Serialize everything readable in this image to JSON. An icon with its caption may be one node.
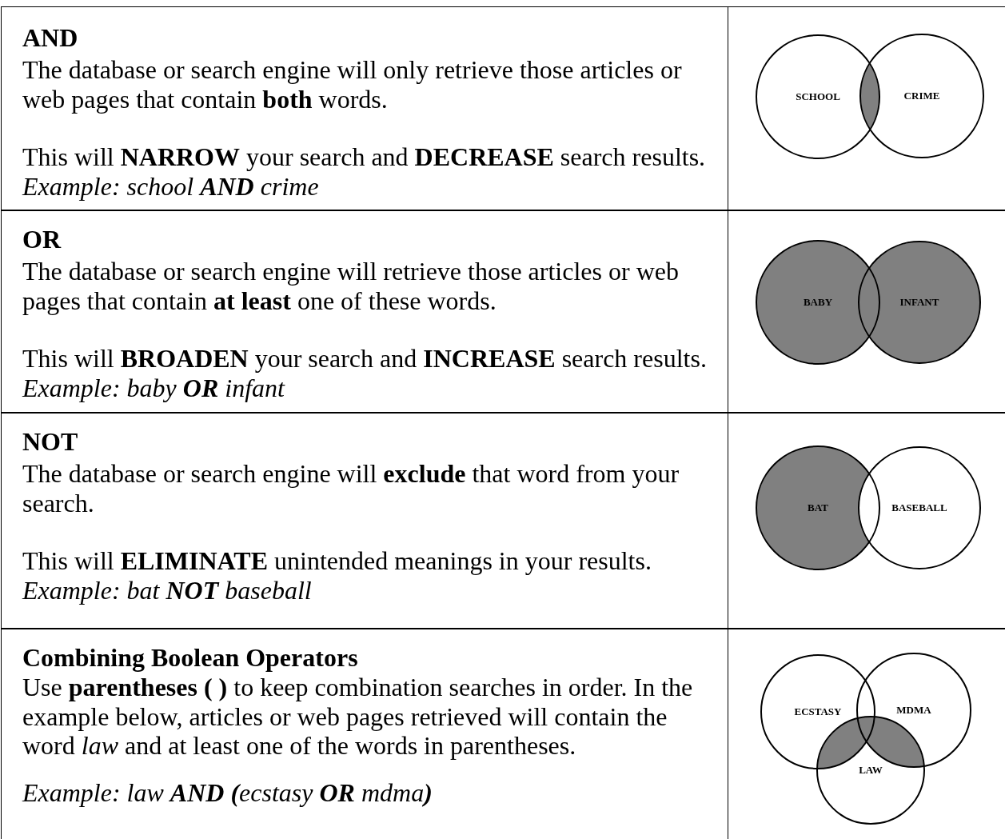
{
  "diagram": {
    "nodes": [
      {
        "text": [
          "SCHOOL"
        ]
      },
      {
        "text": [
          "CRIME"
        ]
      },
      {
        "text": [
          "BABY"
        ]
      },
      {
        "text": [
          "INFANT"
        ]
      },
      {
        "text": [
          "BAT"
        ]
      },
      {
        "text": [
          "BASEBALL"
        ]
      },
      {
        "text": [
          "ECSTASY"
        ]
      },
      {
        "text": [
          "MDMA"
        ]
      },
      {
        "text": [
          "LAW"
        ]
      }
    ],
    "labels": [
      "AND",
      "The database or search engine will only retrieve those articles or web pages that contain **both** words.",
      "This will **NARROW** your search and **DECREASE** search results.",
      "Example: school **AND** crime",
      "OR",
      "The database or search engine will retrieve those articles or web pages that contain **at least** one of these words.",
      "This will **BROADEN** your search and **INCREASE** search results.",
      "Example: baby **OR** infant",
      "NOT",
      "The database or search engine will **exclude** that word from your search.",
      "This will **ELIMINATE** unintended meanings in your results.",
      "Example: bat **NOT** baseball",
      "Combining Boolean Operators",
      "Use **parentheses ( )** to keep combination searches in order. In the example below, articles or web pages retrieved will contain the word *law* and at least one of the words in parentheses.",
      "Example: law **AND (**ecstasy **OR** mdma**)**"
    ]
  }
}
